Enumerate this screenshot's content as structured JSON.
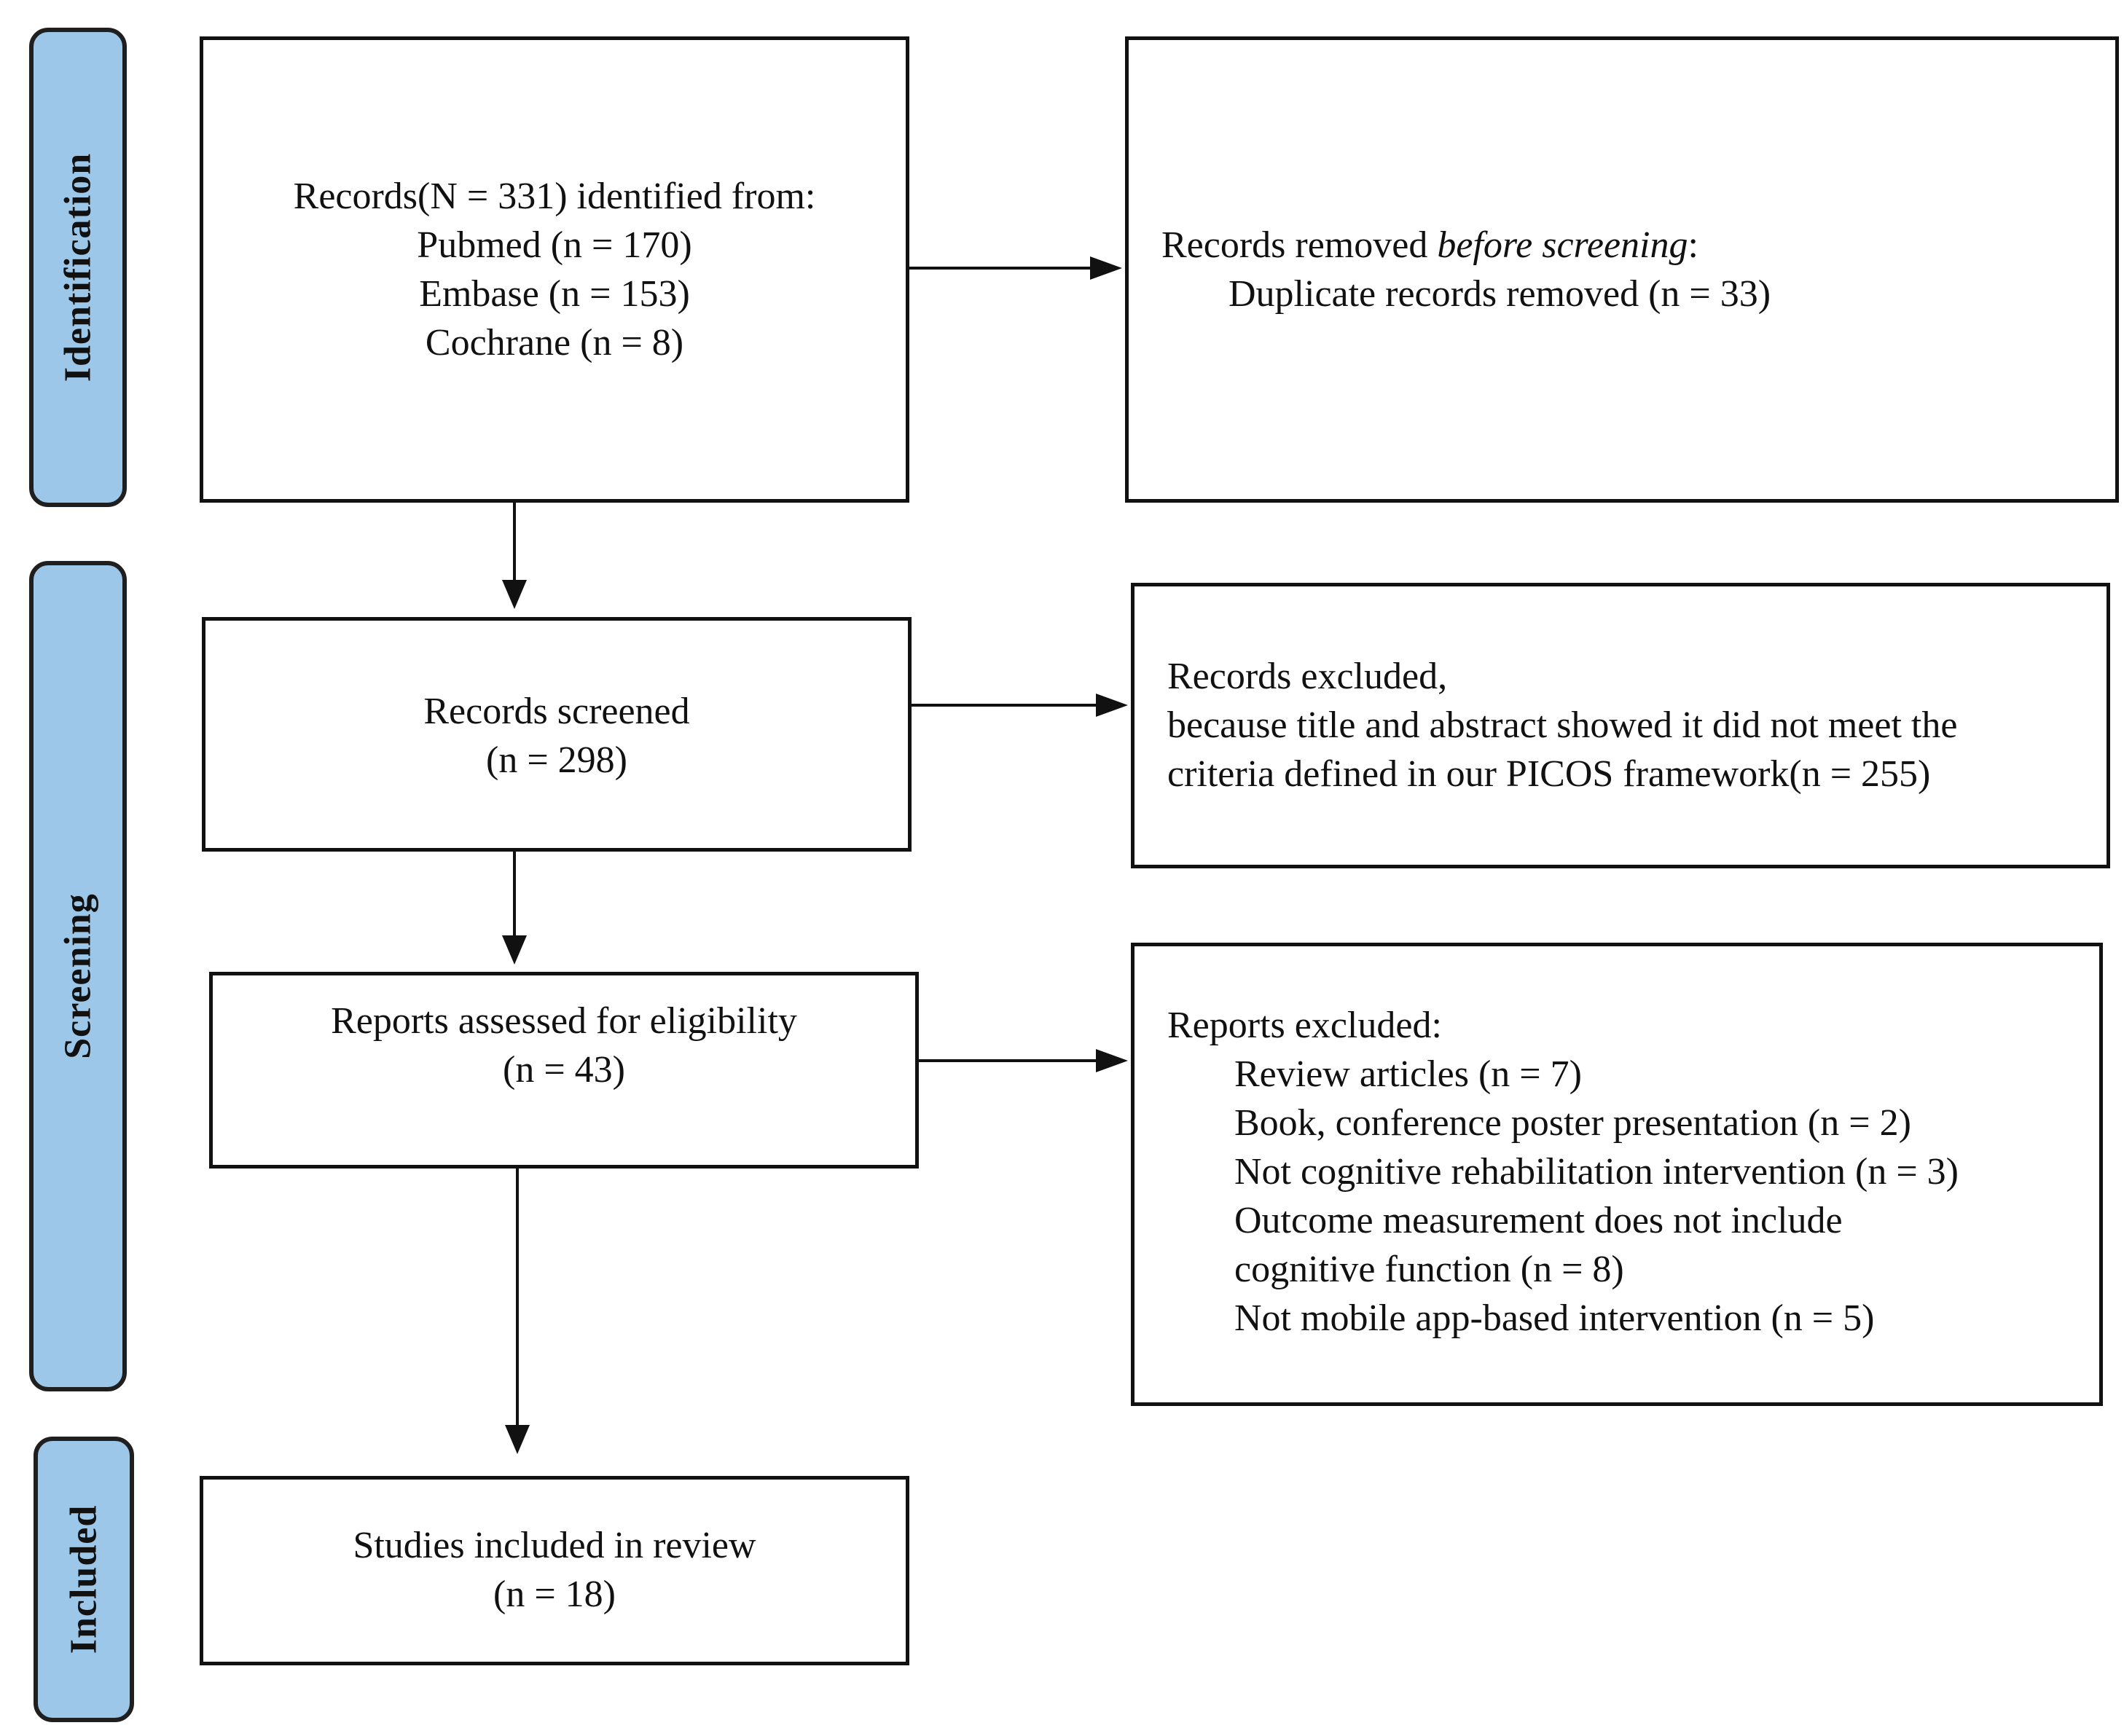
{
  "phases": {
    "identification": "Identification",
    "screening": "Screening",
    "included": "Included"
  },
  "records_identified": {
    "heading": "Records(N = 331) identified from:",
    "sources": [
      "Pubmed (n = 170)",
      "Embase (n = 153)",
      "Cochrane (n = 8)"
    ]
  },
  "records_removed": {
    "heading_prefix": "Records removed ",
    "heading_italic": "before screening",
    "heading_suffix": ":",
    "item": "Duplicate records removed  (n = 33)"
  },
  "records_screened": {
    "label": "Records screened",
    "count": "(n = 298)"
  },
  "records_excluded": {
    "lines": [
      "Records excluded,",
      "because title and abstract  showed it did not meet the",
      "criteria defined in our PICOS framework(n = 255)"
    ]
  },
  "reports_assessed": {
    "label": "Reports assessed for eligibility",
    "count": "(n = 43)"
  },
  "reports_excluded": {
    "heading": "Reports excluded:",
    "items": [
      "Review articles (n = 7)",
      "Book, conference poster presentation (n = 2)",
      "Not cognitive rehabilitation intervention (n = 3)",
      "Outcome measurement does not include",
      "cognitive function (n = 8)",
      "Not mobile app-based intervention (n = 5)"
    ]
  },
  "studies_included": {
    "label": "Studies included in review",
    "count": "(n = 18)"
  }
}
